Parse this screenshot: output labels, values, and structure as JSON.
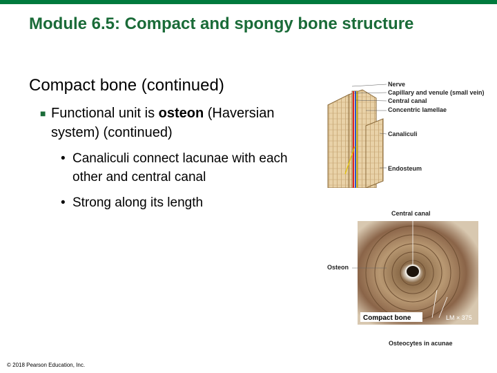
{
  "title": "Module 6.5: Compact and spongy bone structure",
  "heading": {
    "bold": "Compact bone",
    "rest": " (continued)"
  },
  "bullet2": {
    "pre": "Functional unit is ",
    "bold": "osteon",
    "post": " (Haversian system) (continued)"
  },
  "bullet3": [
    "Canaliculi connect lacunae with each other and central canal",
    "Strong along its length"
  ],
  "diagram_labels": {
    "nerve": "Nerve",
    "capillary": "Capillary and venule (small vein)",
    "central_canal": "Central canal",
    "lamellae": "Concentric lamellae",
    "canaliculi": "Canaliculi",
    "endosteum": "Endosteum"
  },
  "micrograph_labels": {
    "central_canal": "Central canal",
    "osteon": "Osteon",
    "compact_bone": "Compact bone",
    "magnification": "LM × 375",
    "osteocytes": "Osteocytes in acunae"
  },
  "copyright": "© 2018 Pearson Education, Inc.",
  "colors": {
    "title": "#1a6b38",
    "bar": "#007a3d"
  }
}
